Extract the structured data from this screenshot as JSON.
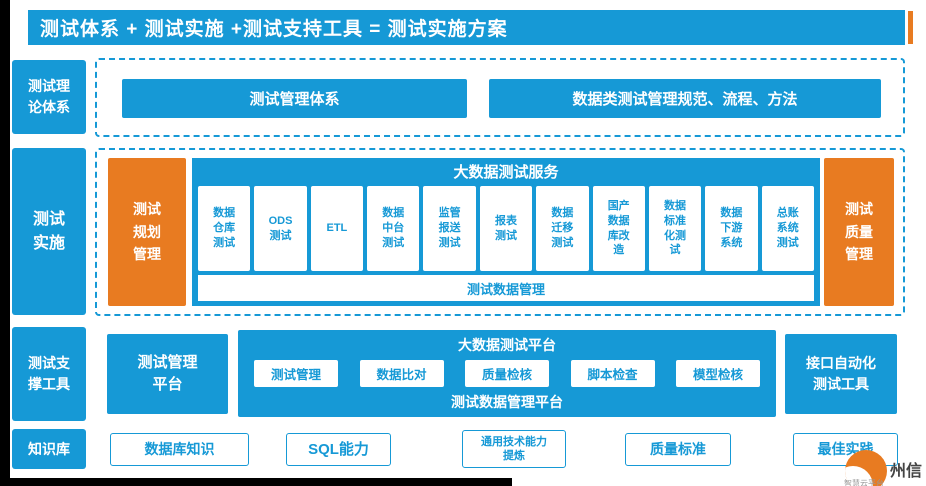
{
  "colors": {
    "primary_blue": "#1699D6",
    "accent_orange": "#E87B21"
  },
  "title_bar": {
    "title": "测试体系 + 测试实施 +测试支持工具 = 测试实施方案"
  },
  "sidebar": {
    "theory": "测试理\n论体系",
    "implementation": "测试\n实施",
    "support_tools": "测试支\n撑工具",
    "knowledge_base": "知识库"
  },
  "theory_row": {
    "management_system": "测试管理体系",
    "data_standards": "数据类测试管理规范、流程、方法"
  },
  "implementation_row": {
    "planning": "测试\n规划\n管理",
    "service_header": "大数据测试服务",
    "services": [
      "数据\n仓库\n测试",
      "ODS\n测试",
      "ETL",
      "数据\n中台\n测试",
      "监管\n报送\n测试",
      "报表\n测试",
      "数据\n迁移\n测试",
      "国产\n数据\n库改\n造",
      "数据\n标准\n化测\n试",
      "数据\n下游\n系统",
      "总账\n系统\n测试"
    ],
    "data_management": "测试数据管理",
    "quality": "测试\n质量\n管理"
  },
  "tools_row": {
    "management_platform": "测试管理\n平台",
    "platform_header": "大数据测试平台",
    "tools": [
      "测试管理",
      "数据比对",
      "质量检核",
      "脚本检查",
      "模型检核"
    ],
    "platform_footer": "测试数据管理平台",
    "api_tool": "接口自动化\n测试工具"
  },
  "knowledge_row": {
    "items": [
      "数据库知识",
      "SQL能力",
      "通用技术能力\n提炼",
      "质量标准",
      "最佳实践"
    ]
  },
  "footer": {
    "logo_text": "州信",
    "logo_subtext": "智慧云平台"
  }
}
